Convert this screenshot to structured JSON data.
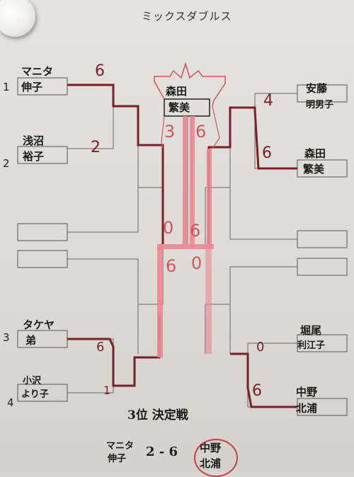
{
  "title": "ミックスダブルス",
  "seeds": [
    "1",
    "2",
    "3",
    "4"
  ],
  "players": {
    "p1": [
      "マニタ",
      "伸子"
    ],
    "p2": [
      "浅沼",
      "裕子"
    ],
    "p3": [
      "タケヤ",
      "弟"
    ],
    "p4": [
      "小沢",
      "より子"
    ],
    "p5": [
      "安藤",
      "明男子"
    ],
    "p6": [
      "森田",
      "繁美"
    ],
    "p7": [
      "堀尾",
      "利江子"
    ],
    "p8": [
      "中野",
      "北浦"
    ]
  },
  "champion": [
    "森田",
    "繁美"
  ],
  "scores": {
    "r1_top_left": "6",
    "r1_bottom_left": "2",
    "r1_top_right": "4",
    "r1_bottom_right": "6",
    "r3_top_left": "6",
    "r3_bottom_left": "1",
    "r3_top_right": "0",
    "r3_bottom_right": "6",
    "semi_left_upper": "0",
    "semi_right_upper": "6",
    "semi_left_lower": "6",
    "semi_right_lower": "0",
    "final_left": "3",
    "final_right": "6"
  },
  "third_place": {
    "heading": "3位 決定戦",
    "left_name": [
      "マニタ",
      "伸子"
    ],
    "score": "2 - 6",
    "right_name": [
      "中野",
      "北浦"
    ]
  }
}
